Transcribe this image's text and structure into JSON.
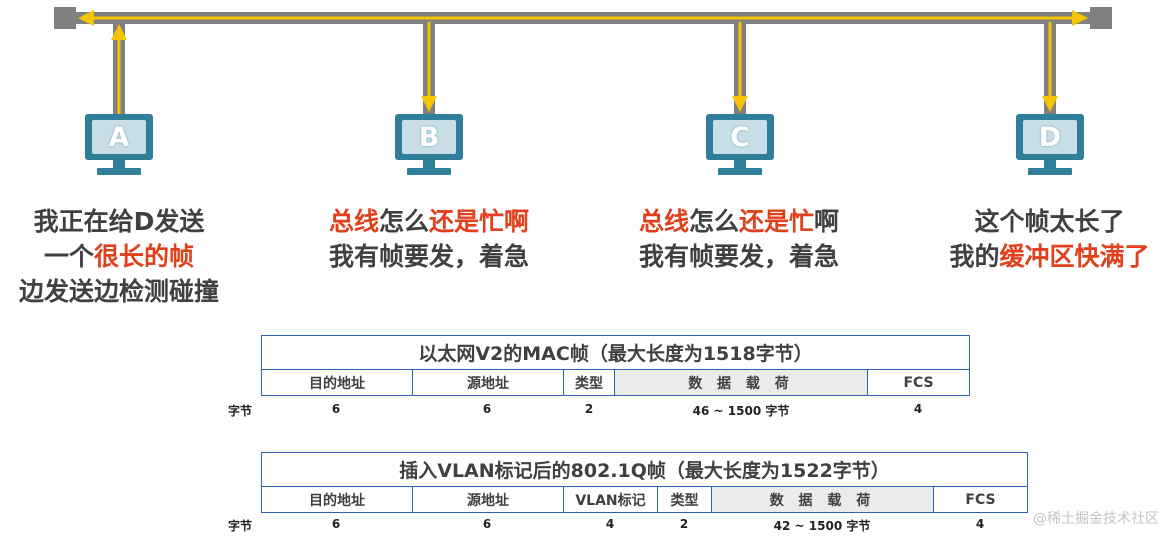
{
  "colors": {
    "bus": "#808080",
    "signal": "#f5c400",
    "station": "#2f7f9a",
    "accent_red": "#e0401c",
    "table_border": "#2c62b0"
  },
  "stations": [
    {
      "letter": "A",
      "lines": [
        [
          {
            "t": "我正在给D发送",
            "red": false
          }
        ],
        [
          {
            "t": "一个",
            "red": false
          },
          {
            "t": "很长的帧",
            "red": true
          }
        ],
        [
          {
            "t": "边发送边检测碰撞",
            "red": false
          }
        ]
      ]
    },
    {
      "letter": "B",
      "lines": [
        [
          {
            "t": "总线",
            "red": true
          },
          {
            "t": "怎么",
            "red": false
          },
          {
            "t": "还是忙啊",
            "red": true
          }
        ],
        [
          {
            "t": "我有帧要发，着急",
            "red": false
          }
        ]
      ]
    },
    {
      "letter": "C",
      "lines": [
        [
          {
            "t": "总线",
            "red": true
          },
          {
            "t": "怎么",
            "red": false
          },
          {
            "t": "还是忙",
            "red": true
          },
          {
            "t": "啊",
            "red": false
          }
        ],
        [
          {
            "t": "我有帧要发，着急",
            "red": false
          }
        ]
      ]
    },
    {
      "letter": "D",
      "lines": [
        [
          {
            "t": "这个帧太长了",
            "red": false
          }
        ],
        [
          {
            "t": "我的",
            "red": false
          },
          {
            "t": "缓冲区快满了",
            "red": true
          }
        ]
      ]
    }
  ],
  "table1": {
    "title": "以太网V2的MAC帧（最大长度为1518字节）",
    "unit_label": "字节",
    "fields": [
      "目的地址",
      "源地址",
      "类型",
      "数 据 载 荷",
      "FCS"
    ],
    "bytes": [
      "6",
      "6",
      "2",
      "46 ~ 1500 字节",
      "4"
    ]
  },
  "table2": {
    "title": "插入VLAN标记后的802.1Q帧（最大长度为1522字节）",
    "unit_label": "字节",
    "fields": [
      "目的地址",
      "源地址",
      "VLAN标记",
      "类型",
      "数 据 载 荷",
      "FCS"
    ],
    "bytes": [
      "6",
      "6",
      "4",
      "2",
      "42 ~ 1500 字节",
      "4"
    ]
  },
  "watermark": "@稀土掘金技术社区"
}
